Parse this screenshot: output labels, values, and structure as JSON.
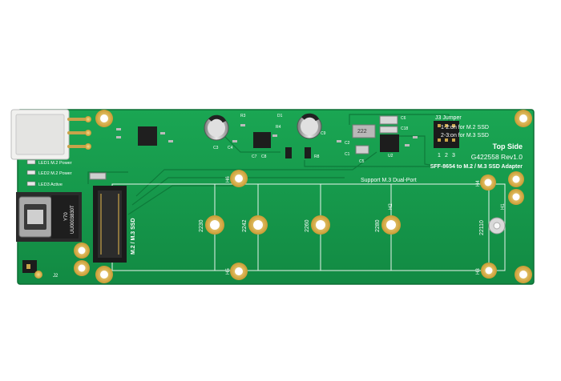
{
  "board": {
    "side": "Top Side",
    "model": "G422558 Rev1.0",
    "description": "SFF-8654 to M.2 / M.3 SSD Adapter",
    "support": "Support M.3 Dual-Port",
    "slot_label": "M.2 / M.3 SSD",
    "connector_code": "UU0003830T",
    "connector_sub": "Y70",
    "j2": "J2"
  },
  "jumper": {
    "title": "J3 Jumper",
    "line1": "1-2:on for M.2 SSD",
    "line2": "2-3:on for M.3 SSD",
    "pins": [
      "1",
      "2",
      "3"
    ]
  },
  "leds": [
    {
      "id": "LED1",
      "label": "LED1 M.2 Power"
    },
    {
      "id": "LED2",
      "label": "LED2 M.2 Power"
    },
    {
      "id": "LED3",
      "label": "LED3 Active"
    }
  ],
  "lengths": [
    "2230",
    "2242",
    "2260",
    "2280",
    "22110"
  ],
  "holes": [
    "H1",
    "H2",
    "H3",
    "H4",
    "H5",
    "H6"
  ],
  "components": {
    "l1": "222",
    "c1": "C1",
    "c2": "C2",
    "c3": "C3",
    "c4": "C4",
    "c5": "C5",
    "c6": "C6",
    "c7": "C7",
    "c8": "C8",
    "c9": "C9",
    "c18": "C18",
    "d1": "D1",
    "r8": "R8",
    "u2": "U2",
    "r3": "R3",
    "r4": "R4"
  },
  "colors": {
    "pcb": "#169a4c",
    "pcb_dark": "#0f7d3c",
    "silk": "#ffffff",
    "gold": "#d9b24a",
    "copper_trace": "#0c6a32"
  }
}
